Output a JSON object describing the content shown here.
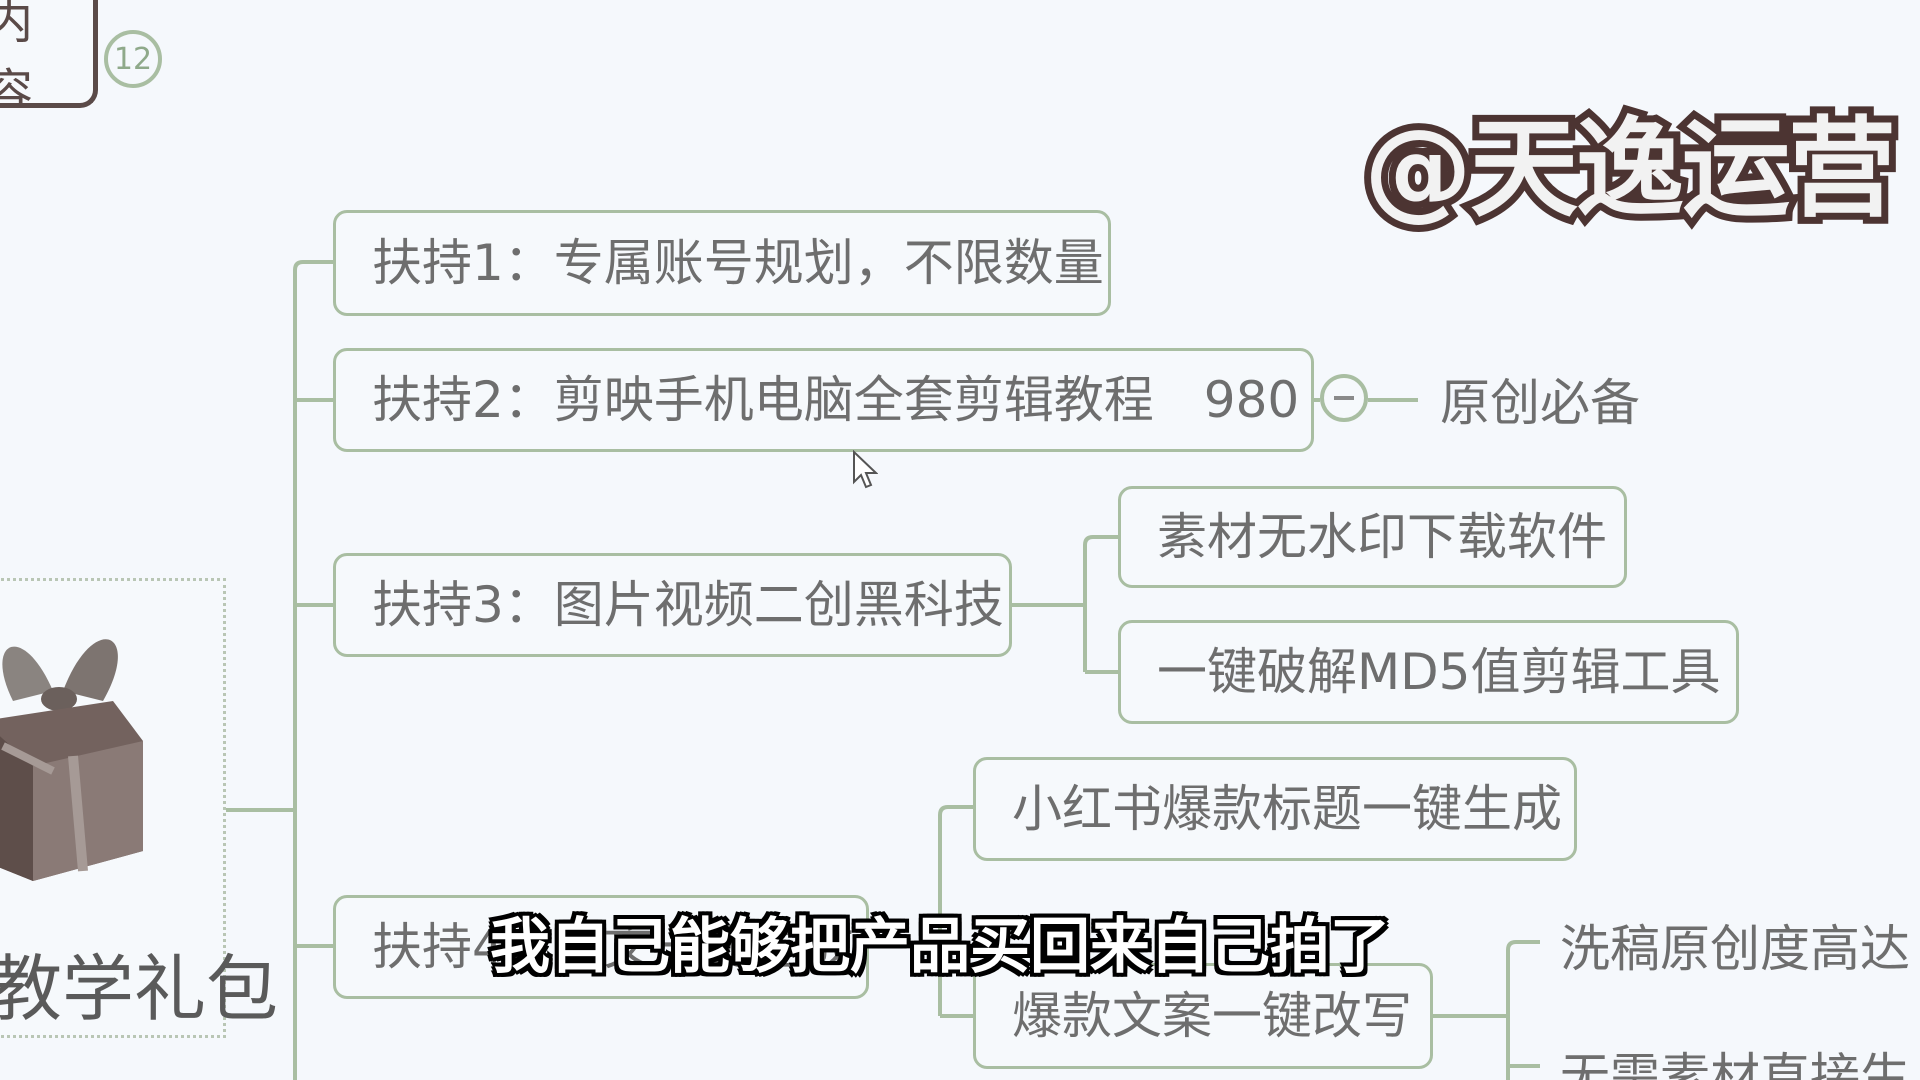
{
  "top_tab": {
    "label": "内容",
    "count": "12"
  },
  "watermark": "@天逸运营",
  "gift": {
    "title": "教学礼包"
  },
  "branches": [
    {
      "label": "扶持1：专属账号规划，不限数量"
    },
    {
      "label": "扶持2：剪映手机电脑全套剪辑教程　980",
      "note": "原创必备"
    },
    {
      "label": "扶持3：图片视频二创黑科技",
      "children": [
        "素材无水印下载软件",
        "一键破解MD5值剪辑工具"
      ]
    },
    {
      "label": "扶持4：图文一键生成",
      "children": [
        "小红书爆款标题一键生成",
        "爆款文案一键改写"
      ],
      "grandchildren": [
        "洗稿原创度高达",
        "无需素材直接生"
      ]
    }
  ],
  "subtitle": "我自己能够把产品买回来自己拍了",
  "colors": {
    "connector": "#a9bea2",
    "node_border": "#a9bea2",
    "text": "#6e6e6e",
    "background": "#f5f8fc"
  }
}
